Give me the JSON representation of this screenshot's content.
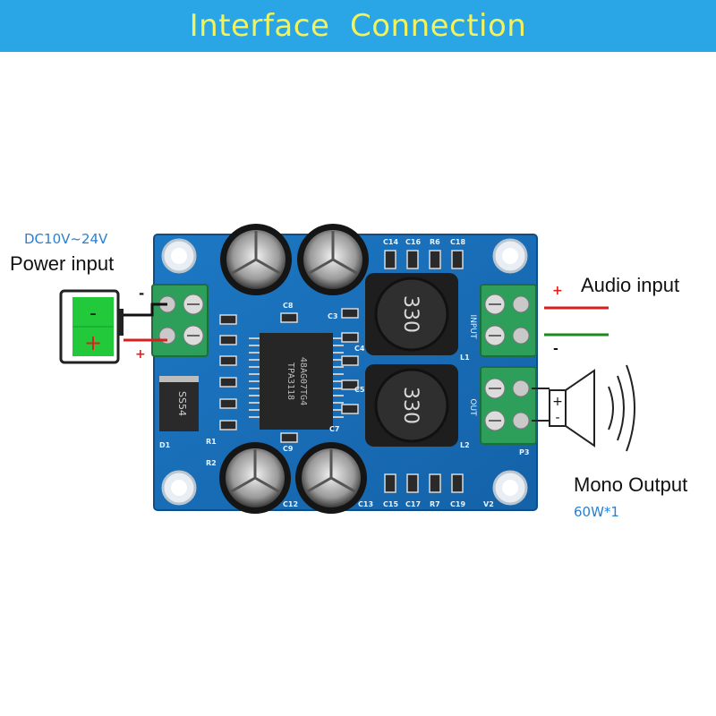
{
  "header": {
    "title": "Interface  Connection",
    "bg_color": "#2aa6e6",
    "text_color": "#f4f25a"
  },
  "power": {
    "voltage": "DC10V~24V",
    "label": "Power input",
    "minus": "-",
    "plus": "+"
  },
  "battery": {
    "minus": "-",
    "plus": "+"
  },
  "audio": {
    "label": "Audio input",
    "plus": "+",
    "minus": "-"
  },
  "output": {
    "label": "Mono Output",
    "power": "60W*1"
  },
  "speaker": {
    "plus": "+",
    "minus": "-"
  },
  "board": {
    "chip_line1": "48AG07TG4",
    "chip_line2": "TPA3118",
    "inductor_label": "330",
    "diode_label": "SS54",
    "component_labels": [
      "C14",
      "C16",
      "R6",
      "C18",
      "C15",
      "C17",
      "R7",
      "C19",
      "C12",
      "C13",
      "C8",
      "C9",
      "C3",
      "C4",
      "C5",
      "C7",
      "R1",
      "R2",
      "D1",
      "L1",
      "L2",
      "P3",
      "V2",
      "INPUT",
      "OUT"
    ]
  }
}
